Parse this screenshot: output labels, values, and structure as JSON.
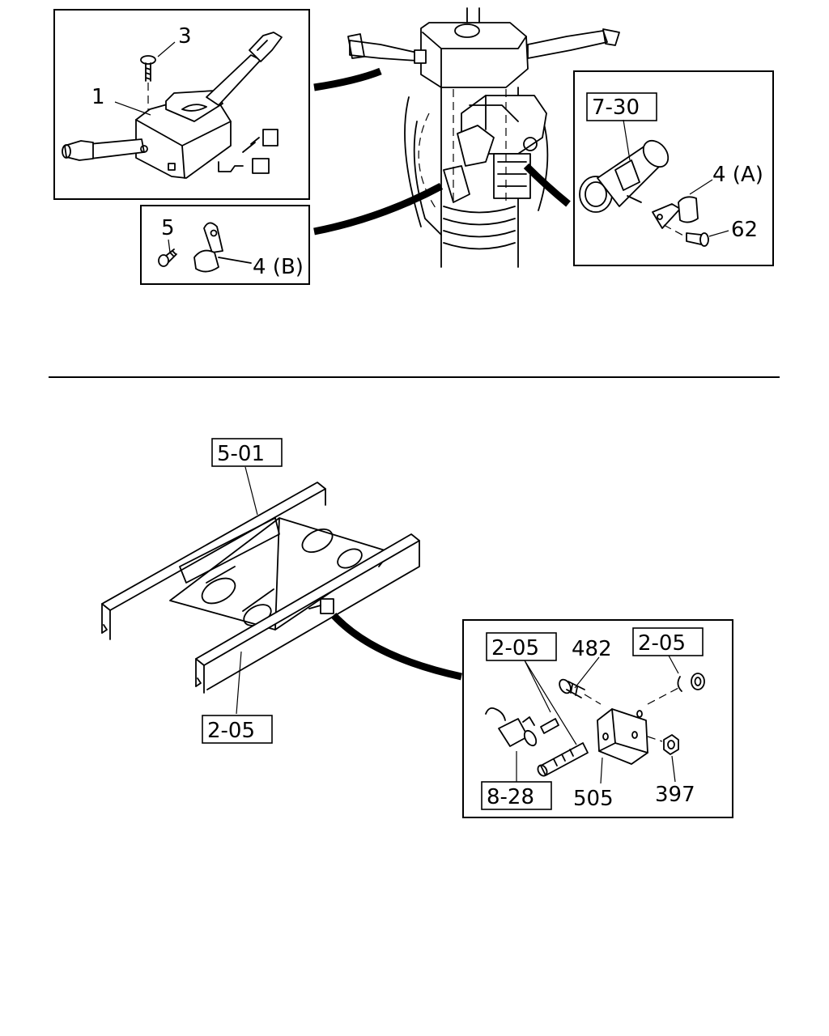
{
  "colors": {
    "line": "#000000",
    "background": "#ffffff"
  },
  "top_section": {
    "switch_box": {
      "part_1": "1",
      "part_3": "3"
    },
    "clip_box": {
      "part_5": "5",
      "part_4b": "4 (B)"
    },
    "harness_box": {
      "ref_7_30": "7-30",
      "part_4a": "4 (A)",
      "part_62": "62"
    }
  },
  "bottom_section": {
    "frame": {
      "ref_5_01": "5-01",
      "ref_2_05": "2-05"
    },
    "sensor_box": {
      "ref_2_05_left": "2-05",
      "part_482": "482",
      "ref_2_05_right": "2-05",
      "ref_8_28": "8-28",
      "part_505": "505",
      "part_397": "397"
    }
  }
}
